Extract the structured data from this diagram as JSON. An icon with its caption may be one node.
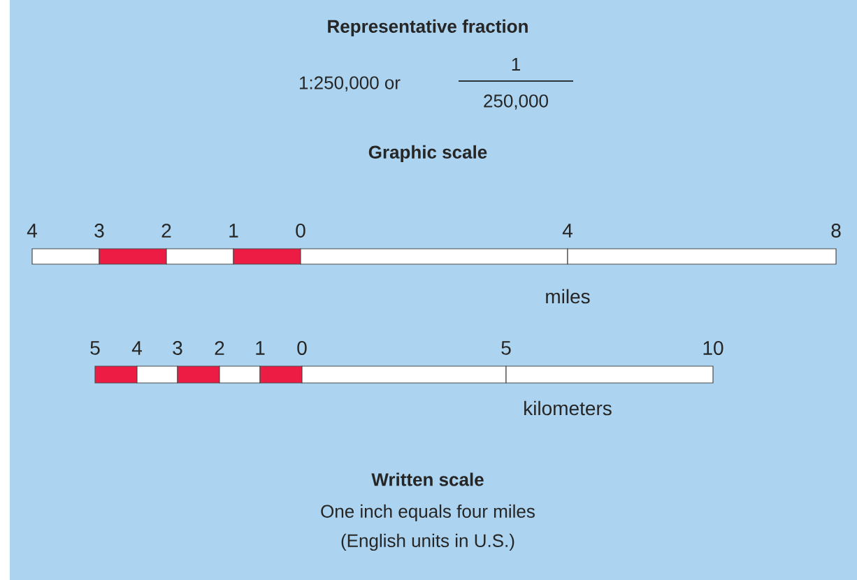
{
  "diagram": {
    "labels": [
      "Representative fraction",
      "1:250,000 or",
      "1",
      "250,000",
      "Graphic scale",
      "4",
      "3",
      "2",
      "1",
      "0",
      "4",
      "8",
      "miles",
      "5",
      "4",
      "3",
      "2",
      "1",
      "0",
      "5",
      "10",
      "kilometers",
      "Written scale",
      "One inch equals four miles",
      "(English units in U.S.)"
    ]
  }
}
